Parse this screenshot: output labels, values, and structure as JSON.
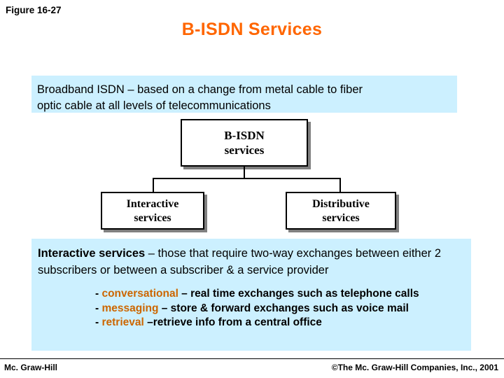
{
  "slide": {
    "figure_label": "Figure 16-27",
    "title": "B-ISDN Services",
    "intro_box": {
      "line1": "Broadband ISDN – based on a change from metal cable to fiber",
      "line2": "optic cable at all levels of telecommunications"
    },
    "diagram": {
      "root": {
        "line1": "B-ISDN",
        "line2": "services"
      },
      "left": {
        "line1": "Interactive",
        "line2": "services"
      },
      "right": {
        "line1": "Distributive",
        "line2": "services"
      }
    },
    "interactive_box": {
      "heading": "Interactive services",
      "body": " – those that require two-way exchanges between either 2 subscribers or between a subscriber & a service provider",
      "bullets": [
        {
          "dash": "- ",
          "term": "conversational",
          "rest": " – real time exchanges such as telephone calls"
        },
        {
          "dash": "- ",
          "term": "messaging",
          "rest": " – store & forward exchanges such as voice mail"
        },
        {
          "dash": "- ",
          "term": "retrieval",
          "rest": " –retrieve info from a central office"
        }
      ]
    },
    "footer": {
      "left": "Mc. Graw-Hill",
      "right": "©The Mc. Graw-Hill Companies, Inc., 2001"
    },
    "colors": {
      "title": "#ff6600",
      "box_background": "#ccf0ff",
      "highlight_term": "#cc6600"
    }
  }
}
